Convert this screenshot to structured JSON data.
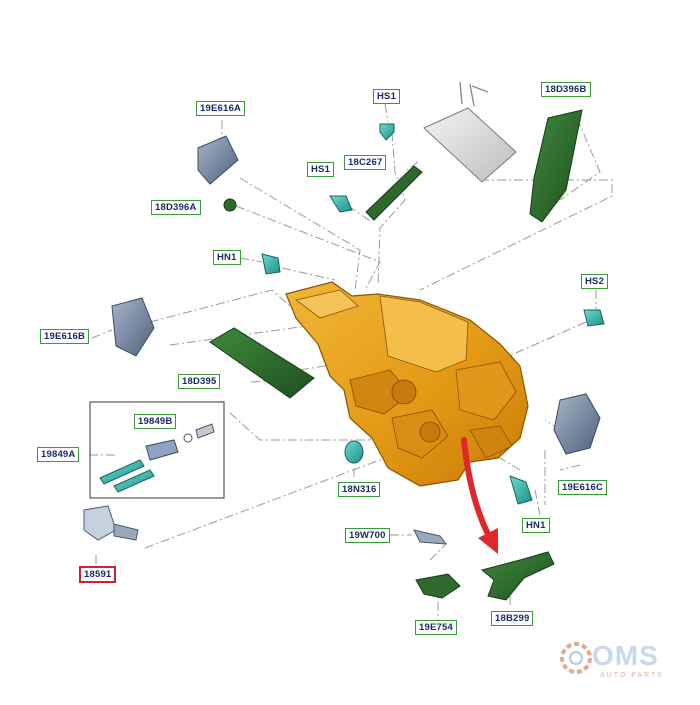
{
  "labels": {
    "hs1_top": "HS1",
    "c18d396b": "18D396B",
    "c19e616a": "19E616A",
    "c18c267": "18C267",
    "hs1_mid": "HS1",
    "c18d396a": "18D396A",
    "hn1_top": "HN1",
    "hs2": "HS2",
    "c19e616b": "19E616B",
    "c18d395": "18D395",
    "c19849b": "19849B",
    "c19849a": "19849A",
    "c18n316": "18N316",
    "c19e616c": "19E616C",
    "hn1_bottom": "HN1",
    "c19w700": "19W700",
    "c18591": "18591",
    "c19e754": "19E754",
    "c18b299": "18B299"
  },
  "watermark": {
    "brand": "OMS",
    "tagline": "AUTO PARTS"
  },
  "colors": {
    "callout_border": "#3a9a3a",
    "callout_highlight_border": "#d0203a",
    "housing": "#e8a21a",
    "duct": "#2f6b2f",
    "sensor_teal": "#3bbdb0",
    "actuator": "#7f95b6",
    "arrow": "#e0282a"
  }
}
